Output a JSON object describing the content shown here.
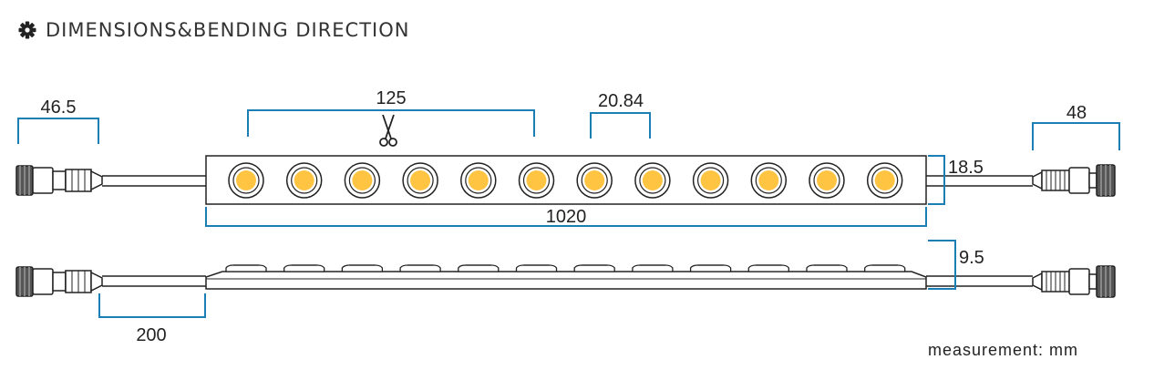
{
  "header": {
    "icon": "gear-icon",
    "title": "DIMENSIONS&BENDING DIRECTION"
  },
  "dimensions": {
    "connector_left_top": "46.5",
    "cut_length": "125",
    "led_pitch": "20.84",
    "connector_right_top": "48",
    "strip_height": "18.5",
    "strip_length": "1020",
    "strip_thickness": "9.5",
    "cable_length": "200"
  },
  "led_count": 12,
  "cut_icon": "scissors-icon",
  "note": "measurement: mm",
  "colors": {
    "dimension_line": "#1b7fb5",
    "led_yellow": "#ffc542",
    "outline": "#222222"
  }
}
